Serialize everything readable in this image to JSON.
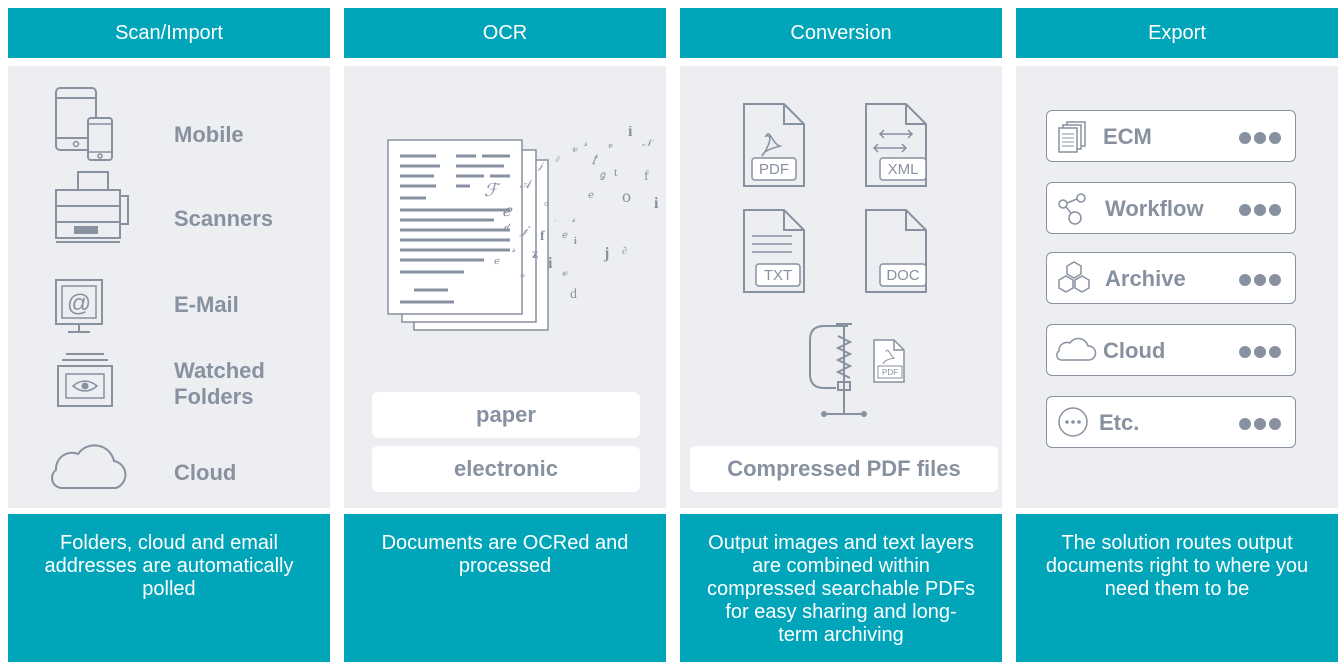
{
  "columns": [
    {
      "header": "Scan/Import",
      "footer": "Folders, cloud and email addresses are automatically polled"
    },
    {
      "header": "OCR",
      "footer": "Documents are OCRed and processed"
    },
    {
      "header": "Conversion",
      "footer": "Output images and text layers are combined within compressed searchable PDFs for easy sharing and long-term archiving"
    },
    {
      "header": "Export",
      "footer": "The solution routes output documents right to where you need them to be"
    }
  ],
  "scan_sources": [
    {
      "label": "Mobile",
      "icon": "tablet-phone-icon"
    },
    {
      "label": "Scanners",
      "icon": "scanner-icon"
    },
    {
      "label": "E-Mail",
      "icon": "email-monitor-icon"
    },
    {
      "label": "Watched Folders",
      "icon": "watched-folder-icon"
    },
    {
      "label": "Cloud",
      "icon": "cloud-icon"
    }
  ],
  "ocr": {
    "pills": [
      "paper",
      "electronic"
    ]
  },
  "conversion": {
    "file_types": [
      "PDF",
      "XML",
      "TXT",
      "DOC"
    ],
    "mini_pdf_label": "PDF",
    "result_label": "Compressed PDF files"
  },
  "export_targets": [
    {
      "label": "ECM",
      "icon": "documents-icon"
    },
    {
      "label": "Workflow",
      "icon": "workflow-icon"
    },
    {
      "label": "Archive",
      "icon": "hexagons-icon"
    },
    {
      "label": "Cloud",
      "icon": "cloud-icon"
    },
    {
      "label": "Etc.",
      "icon": "more-icon"
    }
  ],
  "colors": {
    "accent": "#00a5b9",
    "panel": "#eceef1",
    "icon": "#8791a0"
  }
}
